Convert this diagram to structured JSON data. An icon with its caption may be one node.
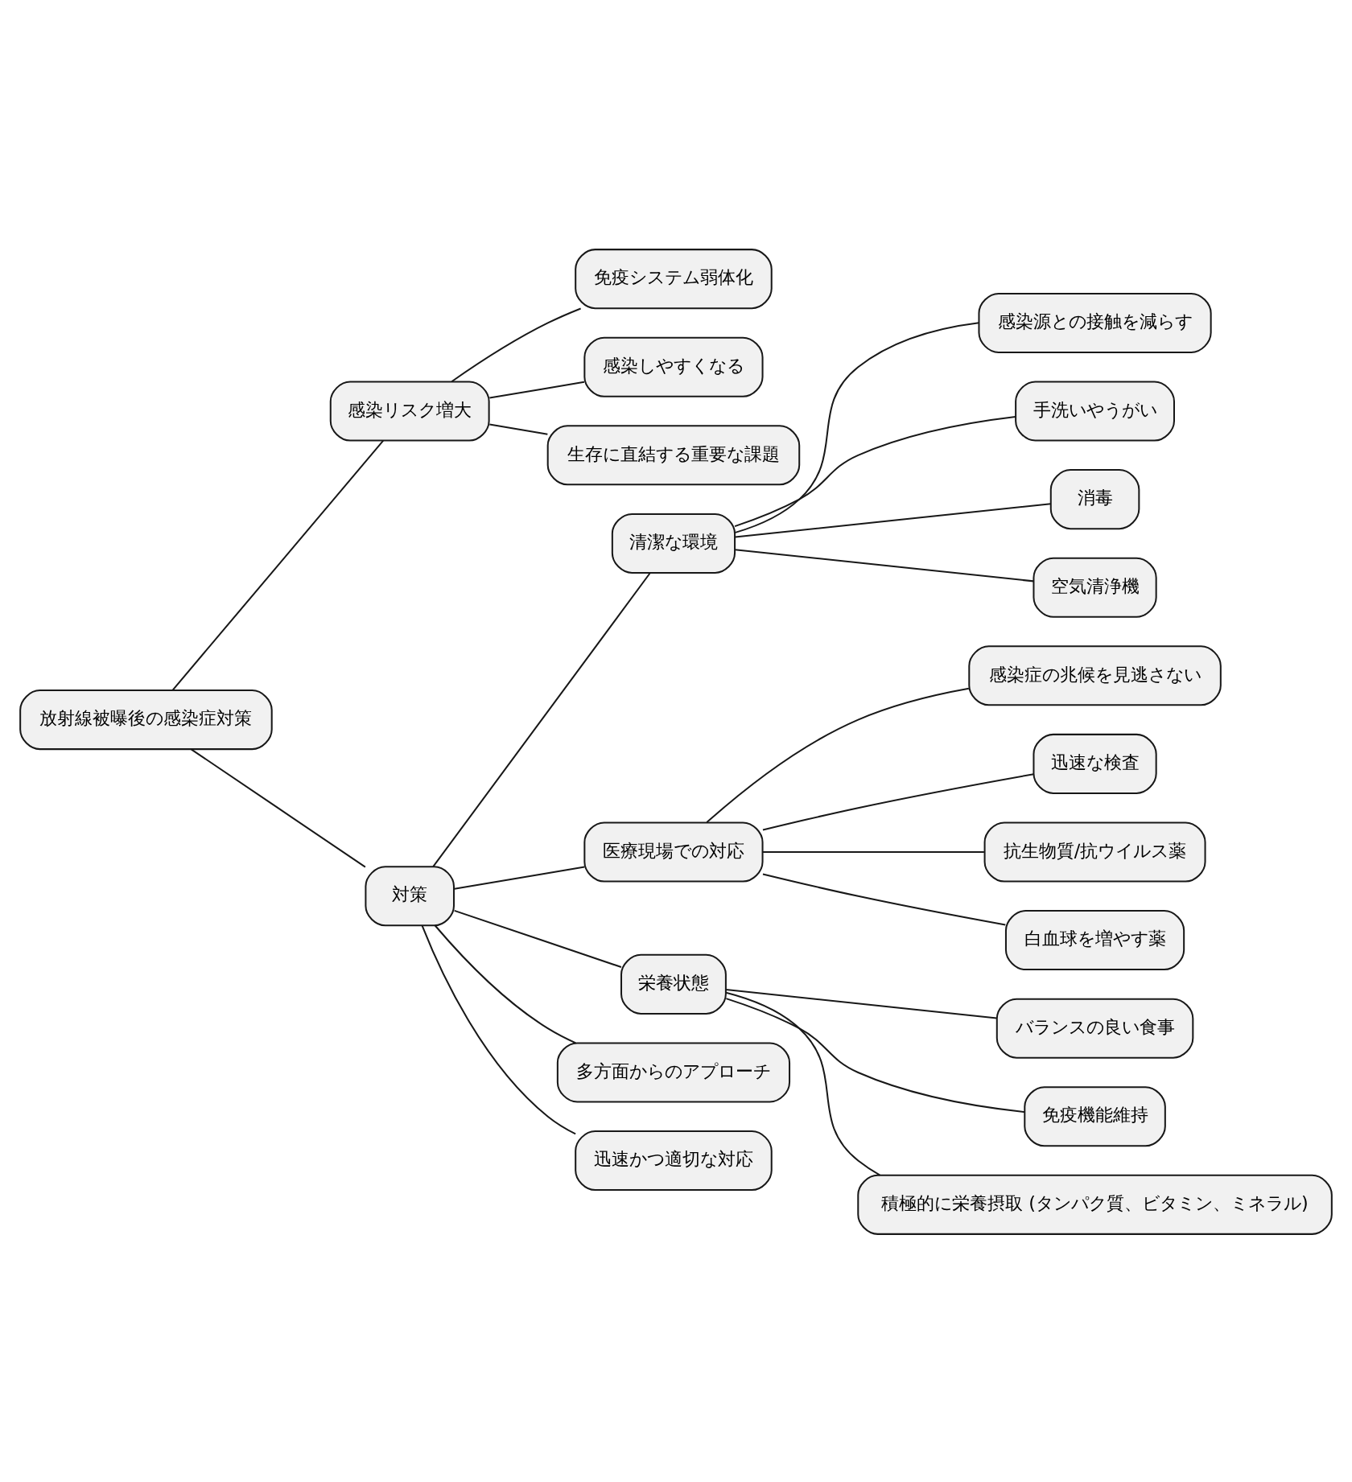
{
  "diagram": {
    "nodes": [
      {
        "text": [
          "放射線被曝後の感染症対策"
        ]
      },
      {
        "text": [
          "感染リスク増大"
        ]
      },
      {
        "text": [
          "免疫システム弱体化"
        ]
      },
      {
        "text": [
          "感染しやすくなる"
        ]
      },
      {
        "text": [
          "生存に直結する重要な課題"
        ]
      },
      {
        "text": [
          "対策"
        ]
      },
      {
        "text": [
          "清潔な環境"
        ]
      },
      {
        "text": [
          "感染源との接触を減らす"
        ]
      },
      {
        "text": [
          "手洗いやうがい"
        ]
      },
      {
        "text": [
          "消毒"
        ]
      },
      {
        "text": [
          "空気清浄機"
        ]
      },
      {
        "text": [
          "医療現場での対応"
        ]
      },
      {
        "text": [
          "感染症の兆候を見逃さない"
        ]
      },
      {
        "text": [
          "迅速な検査"
        ]
      },
      {
        "text": [
          "抗生物質/抗ウイルス薬"
        ]
      },
      {
        "text": [
          "白血球を増やす薬"
        ]
      },
      {
        "text": [
          "栄養状態"
        ]
      },
      {
        "text": [
          "バランスの良い食事"
        ]
      },
      {
        "text": [
          "免疫機能維持"
        ]
      },
      {
        "text": [
          "積極的に栄養摂取 (タンパク質、ビタミン、ミネラル)"
        ]
      },
      {
        "text": [
          "多方面からのアプローチ"
        ]
      },
      {
        "text": [
          "迅速かつ適切な対応"
        ]
      }
    ],
    "edges": [
      {
        "from": 0,
        "to": 1,
        "arrow": "none"
      },
      {
        "from": 1,
        "to": 2,
        "arrow": "none"
      },
      {
        "from": 1,
        "to": 3,
        "arrow": "none"
      },
      {
        "from": 1,
        "to": 4,
        "arrow": "none"
      },
      {
        "from": 0,
        "to": 5,
        "arrow": "none"
      },
      {
        "from": 5,
        "to": 6,
        "arrow": "none"
      },
      {
        "from": 6,
        "to": 7,
        "arrow": "none"
      },
      {
        "from": 6,
        "to": 8,
        "arrow": "none"
      },
      {
        "from": 6,
        "to": 9,
        "arrow": "none"
      },
      {
        "from": 6,
        "to": 10,
        "arrow": "none"
      },
      {
        "from": 5,
        "to": 11,
        "arrow": "none"
      },
      {
        "from": 11,
        "to": 12,
        "arrow": "none"
      },
      {
        "from": 11,
        "to": 13,
        "arrow": "none"
      },
      {
        "from": 11,
        "to": 14,
        "arrow": "none"
      },
      {
        "from": 11,
        "to": 15,
        "arrow": "none"
      },
      {
        "from": 5,
        "to": 16,
        "arrow": "none"
      },
      {
        "from": 16,
        "to": 17,
        "arrow": "none"
      },
      {
        "from": 16,
        "to": 18,
        "arrow": "none"
      },
      {
        "from": 16,
        "to": 19,
        "arrow": "none"
      },
      {
        "from": 5,
        "to": 20,
        "arrow": "none"
      },
      {
        "from": 5,
        "to": 21,
        "arrow": "none"
      }
    ]
  }
}
